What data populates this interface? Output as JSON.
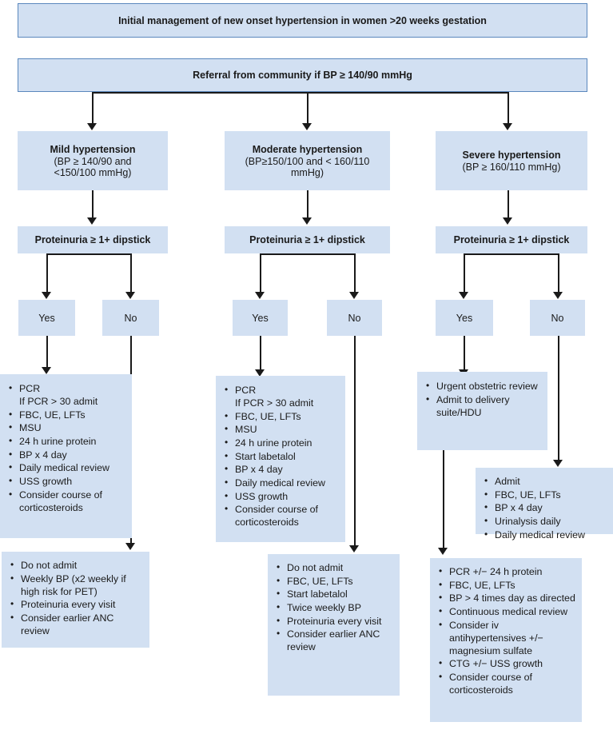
{
  "title_box": {
    "text": "Initial management of new onset hypertension in women >20 weeks gestation"
  },
  "referral_box": {
    "text": "Referral from community if BP ≥ 140/90 mmHg"
  },
  "columns": [
    {
      "id": "mild",
      "category_title": "Mild hypertension",
      "category_criteria_line1": "(BP ≥ 140/90 and",
      "category_criteria_line2": "<150/100 mmHg)",
      "proteinuria": "Proteinuria ≥ 1+ dipstick",
      "yes_label": "Yes",
      "no_label": "No",
      "yes_items": [
        "PCR\nIf PCR > 30 admit",
        "FBC, UE, LFTs",
        "MSU",
        "24 h urine protein",
        "BP x 4 day",
        "Daily medical review",
        "USS growth",
        "Consider course of corticosteroids"
      ],
      "no_items": [
        "Do not admit",
        "Weekly BP (x2 weekly if high risk for PET)",
        "Proteinuria every visit",
        "Consider earlier ANC review"
      ]
    },
    {
      "id": "moderate",
      "category_title": "Moderate hypertension",
      "category_criteria_line1": "(BP≥150/100 and < 160/110",
      "category_criteria_line2": "mmHg)",
      "proteinuria": "Proteinuria ≥ 1+ dipstick",
      "yes_label": "Yes",
      "no_label": "No",
      "yes_items": [
        "PCR\nIf PCR > 30 admit",
        "FBC, UE, LFTs",
        "MSU",
        "24 h urine protein",
        "Start labetalol",
        "BP x 4 day",
        "Daily medical review",
        "USS growth",
        "Consider course of corticosteroids"
      ],
      "no_items": [
        "Do not admit",
        "FBC, UE, LFTs",
        "Start labetalol",
        "Twice weekly BP",
        "Proteinuria every visit",
        "Consider earlier ANC review"
      ]
    },
    {
      "id": "severe",
      "category_title": "Severe hypertension",
      "category_criteria_line1": "(BP ≥ 160/110 mmHg)",
      "category_criteria_line2": "",
      "proteinuria": "Proteinuria ≥ 1+ dipstick",
      "yes_label": "Yes",
      "no_label": "No",
      "yes_items": [
        "Urgent obstetric review",
        "Admit to delivery suite/HDU"
      ],
      "no_items": [
        "Admit",
        "FBC, UE, LFTs",
        "BP x 4 day",
        "Urinalysis daily",
        "Daily medical review"
      ],
      "merged_items": [
        "PCR +/− 24 h protein",
        "FBC, UE, LFTs",
        "BP > 4 times day as directed",
        "Continuous medical review",
        "Consider iv antihypertensives +/− magnesium sulfate",
        "CTG +/− USS growth",
        "Consider course of corticosteroids"
      ]
    }
  ],
  "colors": {
    "box_fill": "#d2e0f2",
    "box_border": "#5b88bd",
    "line": "#1a1a1a",
    "text": "#1a1a1a",
    "background": "#ffffff"
  }
}
